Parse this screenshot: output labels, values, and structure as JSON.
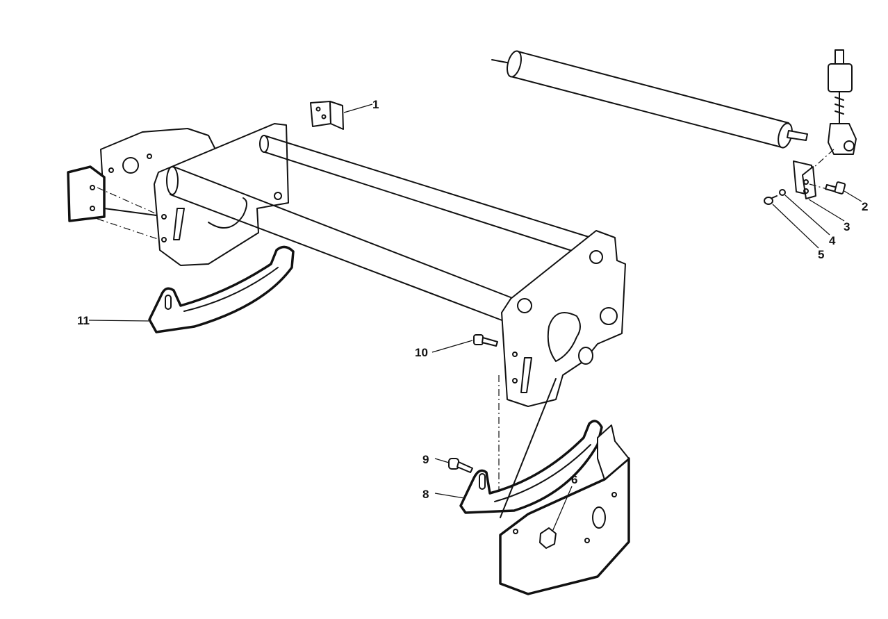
{
  "callouts": {
    "c1": "1",
    "c2": "2",
    "c3": "3",
    "c4": "4",
    "c5": "5",
    "c6": "6",
    "c8": "8",
    "c9": "9",
    "c10": "10",
    "c11": "11"
  },
  "colors": {
    "ink": "#111111",
    "background": "#ffffff"
  }
}
